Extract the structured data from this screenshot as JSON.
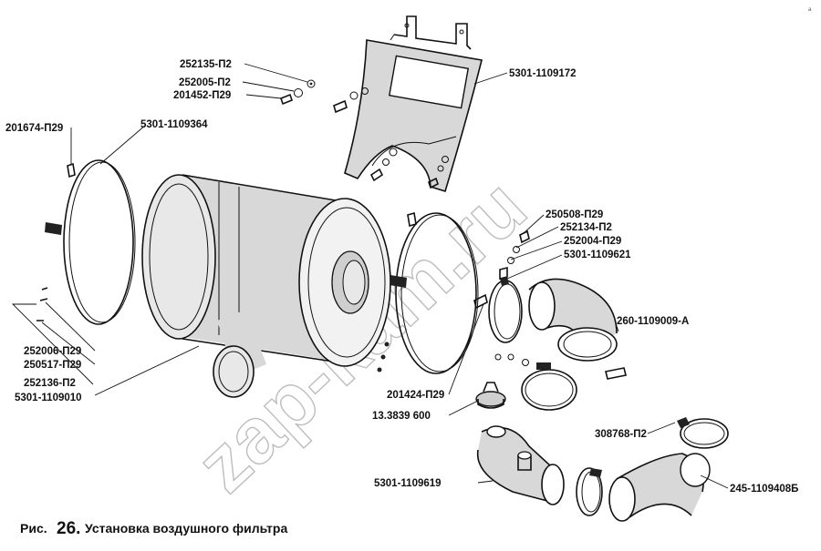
{
  "watermark": "zap-kam.ru",
  "corner_mark": "a",
  "caption": {
    "prefix": "Рис.",
    "number": "26.",
    "title": "Установка воздушного фильтра"
  },
  "labels": {
    "l252135": "252135-П2",
    "l252005": "252005-П2",
    "l201452": "201452-П29",
    "l5301_1109172": "5301-1109172",
    "l201674": "201674-П29",
    "l5301_1109364": "5301-1109364",
    "l250508": "250508-П29",
    "l252134": "252134-П2",
    "l252004": "252004-П29",
    "l5301_1109621": "5301-1109621",
    "l260_1109009": "260-1109009-А",
    "l252006": "252006-П29",
    "l250517": "250517-П29",
    "l252136": "252136-П2",
    "l5301_1109010": "5301-1109010",
    "l201424": "201424-П29",
    "l13_3839": "13.3839 600",
    "l308768": "308768-П2",
    "l5301_1109619": "5301-1109619",
    "l245_1109408": "245-1109408Б"
  }
}
